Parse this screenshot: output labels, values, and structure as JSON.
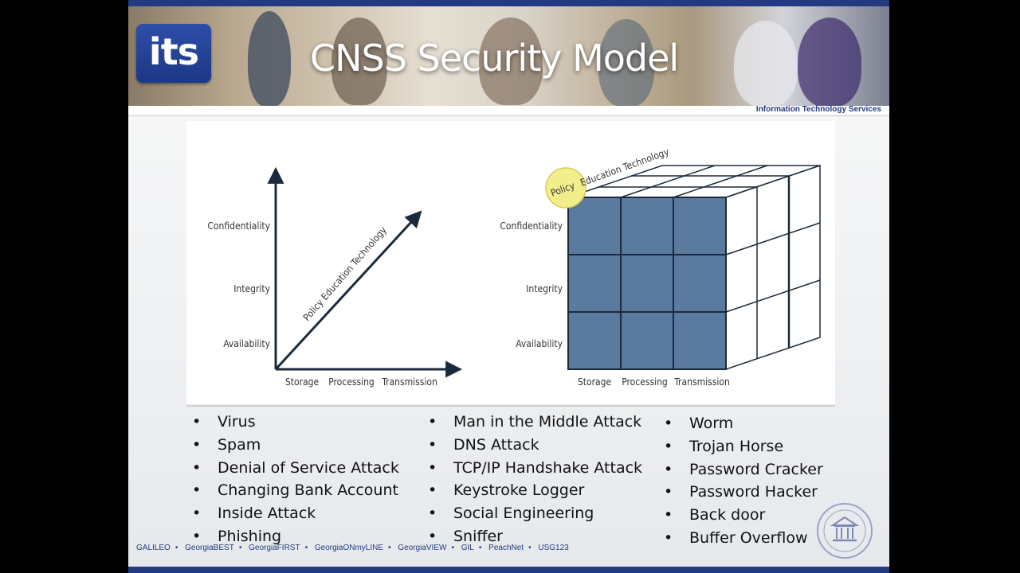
{
  "header": {
    "logo_text": "its",
    "title": "CNSS Security Model",
    "org_label": "Information Technology Services"
  },
  "figure": {
    "left_diagram": {
      "y_labels": [
        "Confidentiality",
        "Integrity",
        "Availability"
      ],
      "x_labels": [
        "Storage",
        "Processing",
        "Transmission"
      ],
      "diagonal_label": "Policy Education Technology"
    },
    "right_diagram": {
      "y_labels": [
        "Confidentiality",
        "Integrity",
        "Availability"
      ],
      "x_labels": [
        "Storage",
        "Processing",
        "Transmission"
      ],
      "depth_label_highlight": "Policy",
      "depth_label_rest": "Education Technology",
      "front_face_color": "#5b7aa0",
      "highlight_color": "#f3ee8c"
    }
  },
  "bullets": {
    "col1": [
      "Virus",
      "Spam",
      "Denial of Service Attack",
      "Changing Bank Account",
      "Inside Attack",
      "Phishing"
    ],
    "col2": [
      "Man in the Middle Attack",
      "DNS Attack",
      "TCP/IP Handshake Attack",
      "Keystroke Logger",
      "Social Engineering",
      "Sniffer"
    ],
    "col3": [
      "Worm",
      "Trojan Horse",
      "Password Cracker",
      "Password Hacker",
      "Back door",
      "Buffer Overflow"
    ]
  },
  "footer": {
    "links": [
      "GALILEO",
      "GeorgiaBEST",
      "GeorgiaFIRST",
      "GeorgiaONmyLINE",
      "GeorgiaVIEW",
      "GIL",
      "PeachNet",
      "USG123"
    ]
  },
  "colors": {
    "brand_blue": "#233a80"
  }
}
